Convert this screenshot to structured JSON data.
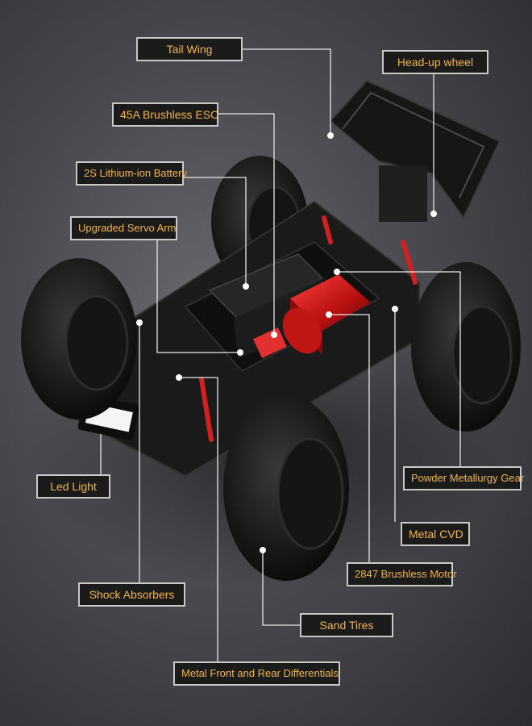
{
  "labels": {
    "tail_wing": "Tail Wing",
    "head_up_wheel": "Head-up wheel",
    "esc": "45A Brushless ESC",
    "battery": "2S Lithium-ion Battery",
    "servo_arm": "Upgraded Servo Arm",
    "led_light": "Led Light",
    "powder_gear": "Powder Metallurgy Gear",
    "metal_cvd": "Metal CVD",
    "motor": "2847 Brushless Motor",
    "shock_absorbers": "Shock Absorbers",
    "sand_tires": "Sand Tires",
    "differentials": "Metal Front and Rear Differentials"
  }
}
